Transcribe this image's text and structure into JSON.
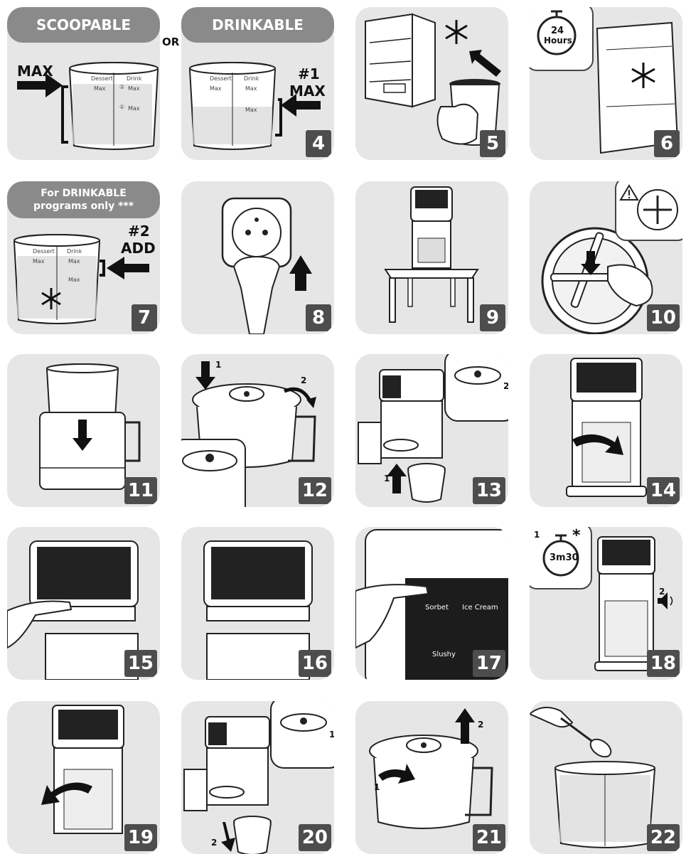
{
  "labels": {
    "scoopable": "SCOOPABLE",
    "or": "OR",
    "drinkable": "DRINKABLE",
    "max": "MAX",
    "step1_line1": "#1",
    "step1_line2": "MAX",
    "drinkable_only_line1": "For DRINKABLE",
    "drinkable_only_line2": "programs  only ***",
    "step2_line1": "#2",
    "step2_line2": "ADD",
    "dessert": "Dessert",
    "drink": "Drink",
    "max_small": "Max",
    "mark_2": "②",
    "mark_1": "①",
    "timer24_line1": "24",
    "timer24_line2": "Hours",
    "timer_3m30": "3m30",
    "asterisk": "*",
    "callout_1": "1",
    "callout_2": "2",
    "sorbet": "Sorbet",
    "ice_cream": "Ice Cream",
    "slushy": "Slushy"
  },
  "steps": [
    "4",
    "5",
    "6",
    "7",
    "8",
    "9",
    "10",
    "11",
    "12",
    "13",
    "14",
    "15",
    "16",
    "17",
    "18",
    "19",
    "20",
    "21",
    "22"
  ],
  "colors": {
    "panel_bg": "#e6e6e6",
    "badge_bg": "#4d4d4d",
    "pill_bg": "#8a8a8a",
    "line": "#222222"
  },
  "icons": [
    "arrow-right-icon",
    "arrow-left-icon",
    "arrow-up-icon",
    "arrow-down-icon",
    "snowflake-icon",
    "timer-icon",
    "warning-icon",
    "speaker-icon",
    "plug-icon",
    "socket-icon",
    "hand-icon",
    "spoon-icon"
  ]
}
